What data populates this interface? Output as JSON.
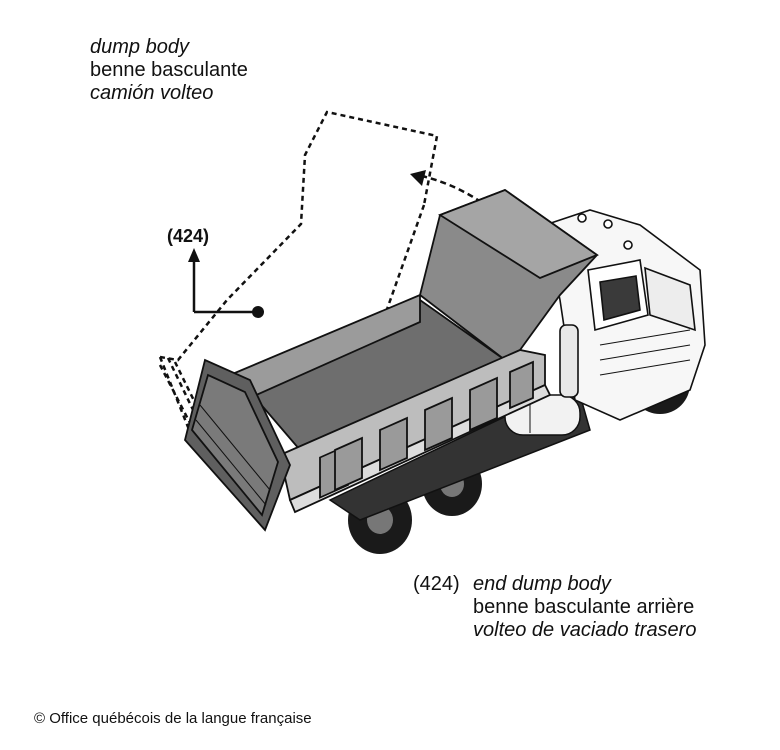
{
  "dump_body": {
    "en": "dump body",
    "fr": "benne basculante",
    "es": "camión volteo"
  },
  "reference_marker": "(424)",
  "end_dump_body": {
    "ref": "(424)",
    "en": "end dump body",
    "fr": "benne basculante arrière",
    "es": "volteo de vaciado trasero"
  },
  "copyright": "© Office québécois de la langue française"
}
